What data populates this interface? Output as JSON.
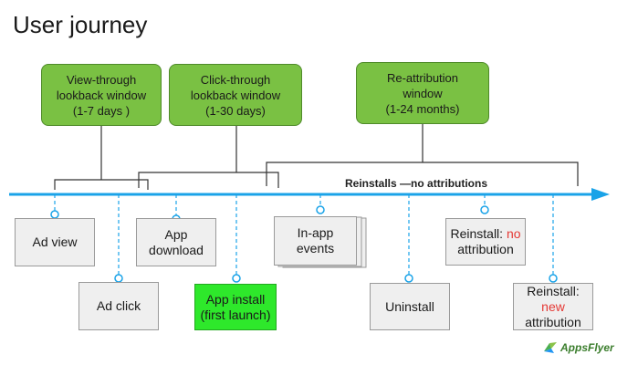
{
  "title": "User journey",
  "windows": {
    "view_through": [
      "View-through",
      "lookback window",
      "(1-7 days )"
    ],
    "click_through": [
      "Click-through",
      "lookback window",
      "(1-30 days)"
    ],
    "re_attribution": [
      "Re-attribution",
      "window",
      "(1-24 months)"
    ]
  },
  "timeline_label": "Reinstalls —no attributions",
  "events": {
    "ad_view": "Ad view",
    "ad_click": "Ad click",
    "app_download": [
      "App",
      "download"
    ],
    "app_install": [
      "App install",
      "(first launch)"
    ],
    "in_app_events": [
      "In-app",
      "events"
    ],
    "uninstall": "Uninstall",
    "reinstall_no": {
      "prefix": "Reinstall:",
      "highlight": "no",
      "suffix": "attribution"
    },
    "reinstall_new": {
      "prefix": "Reinstall:",
      "highlight": "new",
      "suffix": "attribution"
    }
  },
  "logo_text": "AppsFlyer",
  "colors": {
    "window_green": "#7ac143",
    "install_green": "#2ee82b",
    "timeline_blue": "#1aa3e8",
    "highlight_red": "#e53935"
  }
}
